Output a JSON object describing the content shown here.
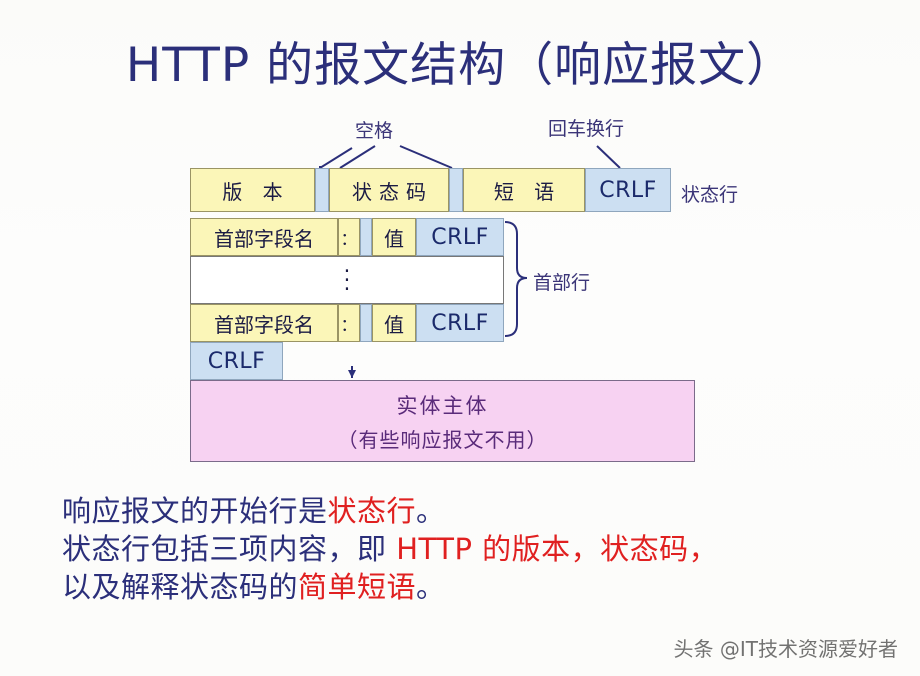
{
  "slide": {
    "title": "HTTP 的报文结构（响应报文）",
    "accent_color": "#2b2f7a",
    "highlight_color": "#e02020",
    "cell_yellow": "#fbf6b8",
    "cell_blue": "#ccdff2",
    "cell_pink": "#f7d2f2"
  },
  "callouts": {
    "space": "空格",
    "crlf": "回车换行"
  },
  "status_line": {
    "row_label": "状态行",
    "cells": [
      {
        "text": "版 本",
        "kind": "yellow"
      },
      {
        "text": "",
        "kind": "blue"
      },
      {
        "text": "状态码",
        "kind": "yellow"
      },
      {
        "text": "",
        "kind": "blue"
      },
      {
        "text": "短 语",
        "kind": "yellow"
      },
      {
        "text": "CRLF",
        "kind": "blue"
      }
    ]
  },
  "header_lines": {
    "group_label": "首部行",
    "ellipsis": "⋮",
    "row_first": [
      {
        "text": "首部字段名",
        "kind": "yellow"
      },
      {
        "text": "：",
        "kind": "yellow"
      },
      {
        "text": "",
        "kind": "blue"
      },
      {
        "text": "值",
        "kind": "yellow"
      },
      {
        "text": "CRLF",
        "kind": "blue"
      }
    ],
    "row_last": [
      {
        "text": "首部字段名",
        "kind": "yellow"
      },
      {
        "text": "：",
        "kind": "yellow"
      },
      {
        "text": "",
        "kind": "blue"
      },
      {
        "text": "值",
        "kind": "yellow"
      },
      {
        "text": "CRLF",
        "kind": "blue"
      }
    ]
  },
  "blank_line": {
    "text": "CRLF",
    "kind": "blue"
  },
  "entity_body": {
    "line1": "实体主体",
    "line2": "（有些响应报文不用）"
  },
  "paragraph": {
    "line1_a": "响应报文的开始行是",
    "line1_b": "状态行",
    "line1_c": "。",
    "line2_a": "状态行包括三项内容，即 ",
    "line2_b": "HTTP 的版本，状态码，",
    "line3_a": "以及解释状态码的",
    "line3_b": "简单短语",
    "line3_c": "。"
  },
  "watermark": "头条 @IT技术资源爱好者"
}
